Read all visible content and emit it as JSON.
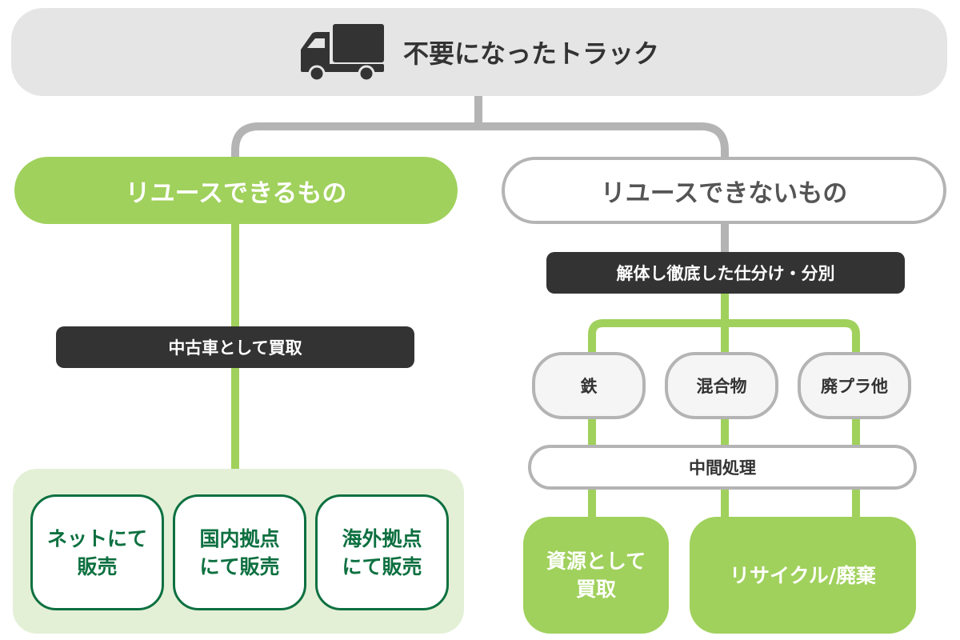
{
  "header": {
    "title": "不要になったトラック",
    "icon": "truck-icon"
  },
  "branches": {
    "reusable": {
      "label": "リユースできるもの",
      "step": "中古車として買取",
      "channels": [
        {
          "line1": "ネットにて",
          "line2": "販売"
        },
        {
          "line1": "国内拠点",
          "line2": "にて販売"
        },
        {
          "line1": "海外拠点",
          "line2": "にて販売"
        }
      ]
    },
    "non_reusable": {
      "label": "リユースできないもの",
      "step": "解体し徹底した仕分け・分別",
      "materials": [
        "鉄",
        "混合物",
        "廃プラ他"
      ],
      "process": "中間処理",
      "outcomes": [
        {
          "line1": "資源として",
          "line2": "買取"
        },
        {
          "line1": "リサイクル/廃棄",
          "line2": ""
        }
      ]
    }
  },
  "colors": {
    "green": "#a0d15c",
    "dark": "#333333",
    "gray": "#b4b4b4",
    "darkgreen": "#0d7040",
    "lightgreen": "#e3f0d6"
  }
}
